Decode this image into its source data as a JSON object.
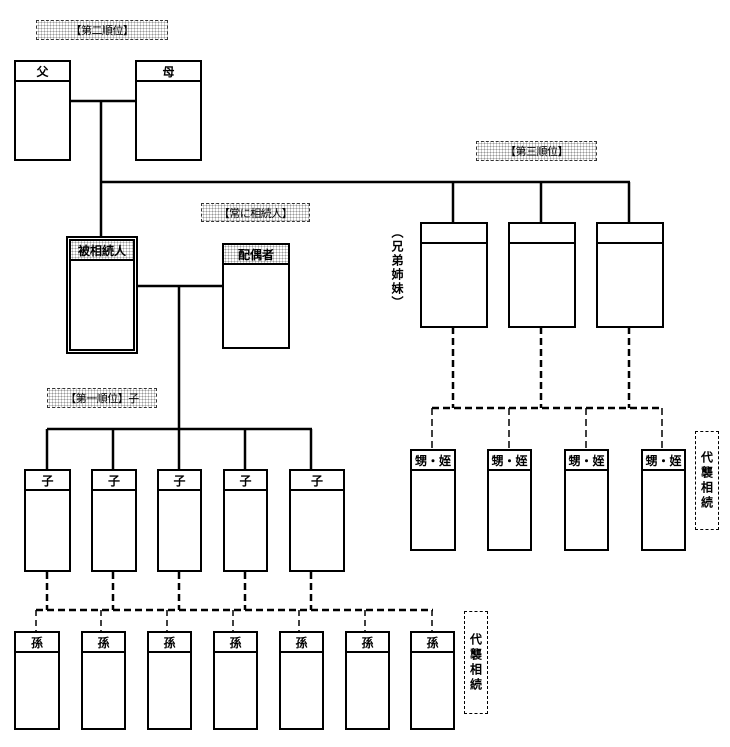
{
  "labels": {
    "second_rank": "【第二順位】",
    "always_heir": "【常に相続人】",
    "third_rank": "【第三順位】",
    "first_rank": "【第一順位】子",
    "siblings_vertical": "（兄弟姉妹）",
    "representation_nephew": "代襲相続",
    "representation_grandchild": "代襲相続"
  },
  "parents": [
    {
      "label": "父"
    },
    {
      "label": "母"
    }
  ],
  "decedent": {
    "label": "被相続人"
  },
  "spouse": {
    "label": "配偶者"
  },
  "siblings": [
    {
      "label": ""
    },
    {
      "label": ""
    },
    {
      "label": ""
    }
  ],
  "nephews_nieces": [
    {
      "label": "甥・姪"
    },
    {
      "label": "甥・姪"
    },
    {
      "label": "甥・姪"
    },
    {
      "label": "甥・姪"
    }
  ],
  "children": [
    {
      "label": "子"
    },
    {
      "label": "子"
    },
    {
      "label": "子"
    },
    {
      "label": "子"
    },
    {
      "label": "子"
    }
  ],
  "grandchildren": [
    {
      "label": "孫"
    },
    {
      "label": "孫"
    },
    {
      "label": "孫"
    },
    {
      "label": "孫"
    },
    {
      "label": "孫"
    },
    {
      "label": "孫"
    },
    {
      "label": "孫"
    }
  ]
}
